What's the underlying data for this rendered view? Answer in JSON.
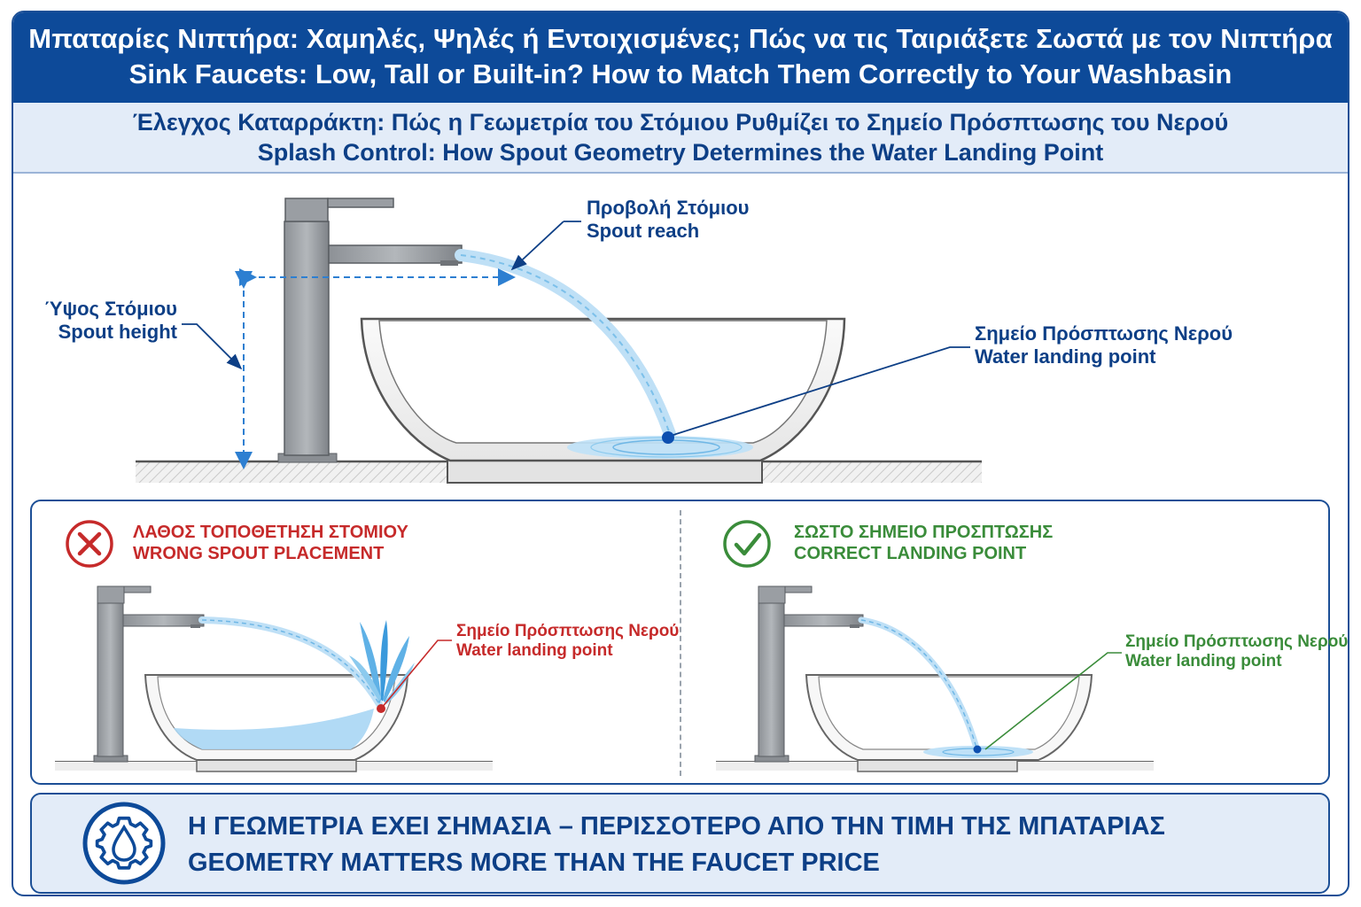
{
  "header": {
    "title_gr": "Μπαταρίες Νιπτήρα: Χαμηλές, Ψηλές ή Εντοιχισμένες; Πώς να τις Ταιριάξετε Σωστά με τον Νιπτήρα",
    "title_en": "Sink Faucets: Low, Tall or Built-in? How to Match Them Correctly to Your Washbasin"
  },
  "subheader": {
    "title_gr": "Έλεγχος Καταρράκτη: Πώς η Γεωμετρία του Στόμιου Ρυθμίζει το Σημείο Πρόσπτωσης του Νερού",
    "title_en": "Splash Control: How Spout Geometry Determines the Water Landing Point"
  },
  "main_diagram": {
    "spout_reach_gr": "Προβολή Στόμιου",
    "spout_reach_en": "Spout reach",
    "spout_height_gr": "Ύψος Στόμιου",
    "spout_height_en": "Spout height",
    "landing_gr": "Σημείο Πρόσπτωσης Νερού",
    "landing_en": "Water landing point"
  },
  "wrong": {
    "title_gr": "ΛΑΘΟΣ ΤΟΠΟΘΕΤΗΣΗ ΣΤΟΜΙΟΥ",
    "title_en": "WRONG SPOUT PLACEMENT",
    "landing_gr": "Σημείο Πρόσπτωσης Νερού",
    "landing_en": "Water landing point",
    "icon": "x-circle-icon",
    "color": "#c62a2a"
  },
  "correct": {
    "title_gr": "ΣΩΣΤΟ ΣΗΜΕΙΟ ΠΡΟΣΠΤΩΣΗΣ",
    "title_en": "CORRECT LANDING POINT",
    "landing_gr": "Σημείο Πρόσπτωσης Νερού",
    "landing_en": "Water landing point",
    "icon": "check-circle-icon",
    "color": "#3a8c3a"
  },
  "banner": {
    "line_gr": "Η ΓΕΩΜΕΤΡΙΑ ΕΧΕΙ ΣΗΜΑΣΙΑ – ΠΕΡΙΣΣΟΤΕΡΟ ΑΠΟ ΤΗΝ ΤΙΜΗ ΤΗΣ ΜΠΑΤΑΡΙΑΣ",
    "line_en": "GEOMETRY MATTERS MORE THAN THE FAUCET PRICE",
    "icon": "gear-water-drop-icon"
  }
}
